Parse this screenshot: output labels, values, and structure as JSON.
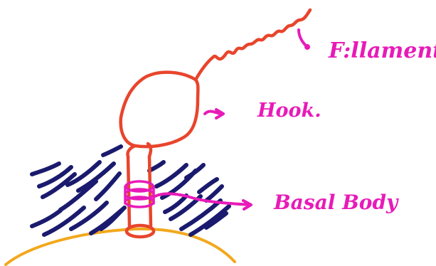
{
  "labels": {
    "filament": "F:llament",
    "hook": "Hook.",
    "basal_body": "Basal Body"
  },
  "colors": {
    "flagellum": "#e8452c",
    "annotation": "#e81ab8",
    "membrane_lines": "#1a1a6e",
    "cell_surface": "#f2a81d",
    "background": "#ffffff"
  }
}
